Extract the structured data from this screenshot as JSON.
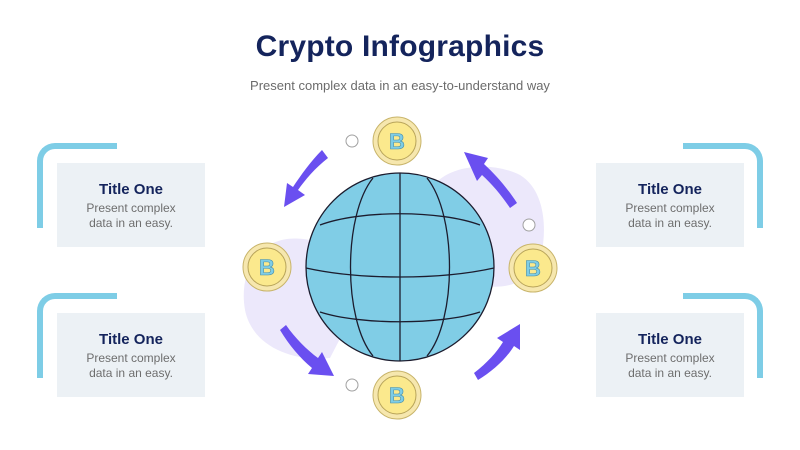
{
  "header": {
    "title": "Crypto Infographics",
    "subtitle": "Present complex data in an easy-to-understand way"
  },
  "cards": [
    {
      "position": "top-left",
      "title": "Title One",
      "description_line1": "Present complex",
      "description_line2": "data in an easy."
    },
    {
      "position": "bottom-left",
      "title": "Title One",
      "description_line1": "Present complex",
      "description_line2": "data in an easy."
    },
    {
      "position": "top-right",
      "title": "Title One",
      "description_line1": "Present complex",
      "description_line2": "data in an easy."
    },
    {
      "position": "bottom-right",
      "title": "Title One",
      "description_line1": "Present complex",
      "description_line2": "data in an easy."
    }
  ],
  "diagram": {
    "center_icon": "globe-icon",
    "coin_icon": "bitcoin-coin-icon",
    "coin_symbol": "B",
    "arrow_icon": "curved-arrow-icon",
    "coins": [
      "top",
      "left",
      "right",
      "bottom"
    ],
    "arrows": [
      "top-left",
      "bottom-left",
      "top-right",
      "bottom-right"
    ]
  },
  "colors": {
    "title": "#14245c",
    "subtitle": "#6b6b6b",
    "card_bg": "#ecf1f5",
    "bracket": "#7ecde6",
    "globe_fill": "#80cde6",
    "coin_outer": "#f5e6a8",
    "coin_inner": "#fbe98d",
    "coin_symbol": "#7ecde6",
    "arrow": "#6a4ff0",
    "blob": "#ece8fb"
  }
}
